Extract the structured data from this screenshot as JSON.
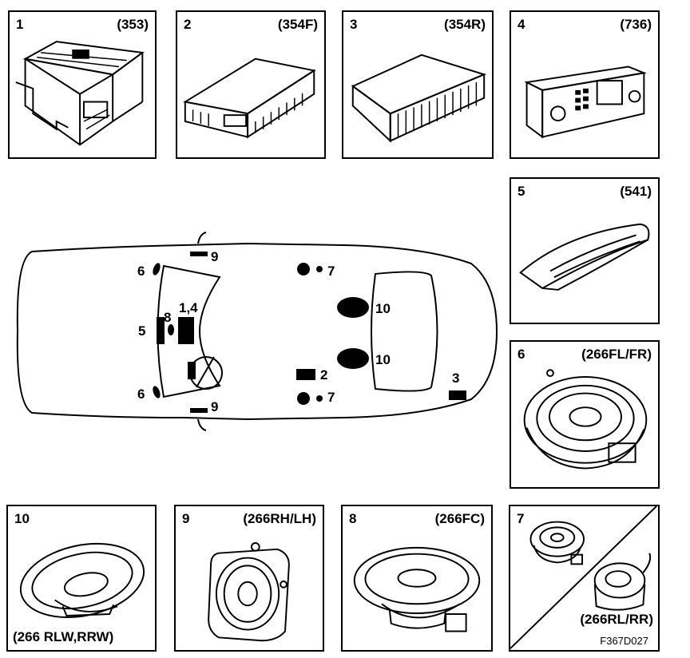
{
  "panels": {
    "p1": {
      "num": "1",
      "code": "(353)"
    },
    "p2": {
      "num": "2",
      "code": "(354F)"
    },
    "p3": {
      "num": "3",
      "code": "(354R)"
    },
    "p4": {
      "num": "4",
      "code": "(736)"
    },
    "p5": {
      "num": "5",
      "code": "(541)"
    },
    "p6": {
      "num": "6",
      "code": "(266FL/FR)"
    },
    "p10": {
      "num": "10",
      "code": "(266 RLW,RRW)"
    },
    "p9": {
      "num": "9",
      "code": "(266RH/LH)"
    },
    "p8": {
      "num": "8",
      "code": "(266FC)"
    },
    "p7": {
      "num": "7",
      "code": "(266RL/RR)"
    }
  },
  "figure_code": "F367D027",
  "car_labels": {
    "l9_top": "9",
    "l6_top": "6",
    "l7_top": "7",
    "l8": "8",
    "l14": "1,4",
    "l5": "5",
    "l10_top": "10",
    "l10_bottom": "10",
    "l2": "2",
    "l3": "3",
    "l6_bottom": "6",
    "l7_bottom": "7",
    "l9_bottom": "9"
  }
}
